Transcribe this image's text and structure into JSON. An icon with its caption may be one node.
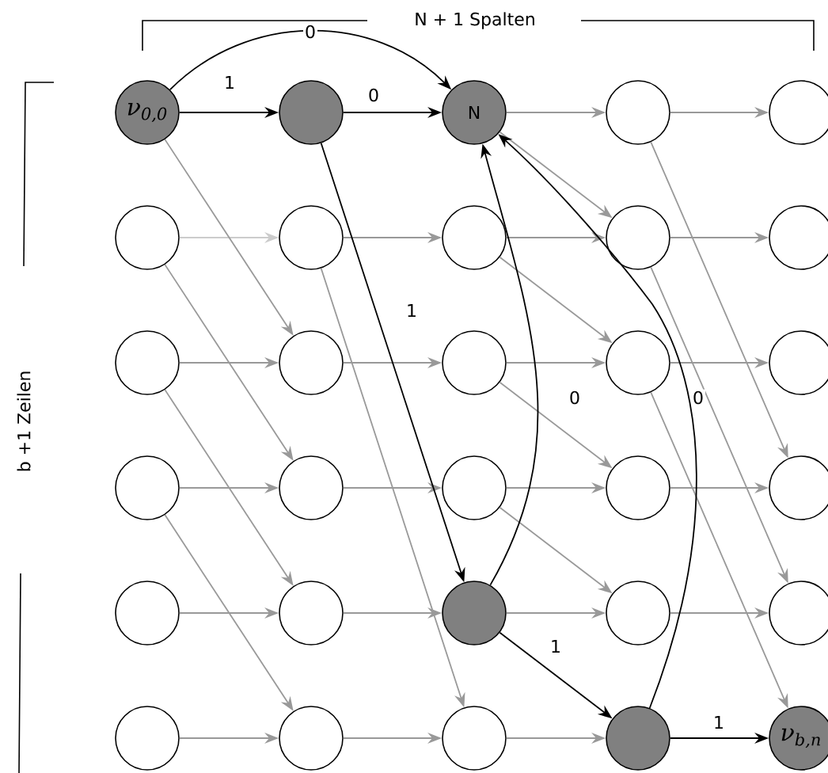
{
  "diagram": {
    "nodes": [
      {
        "text": [
          "ν$_{0,0}$"
        ]
      },
      {
        "text": [],
        "shape": "circle"
      },
      {
        "text": [
          "N"
        ]
      },
      {
        "text": [],
        "shape": "circle"
      },
      {
        "text": [],
        "shape": "circle"
      },
      {
        "text": [],
        "shape": "circle"
      },
      {
        "text": [],
        "shape": "circle"
      },
      {
        "text": [],
        "shape": "circle"
      },
      {
        "text": [],
        "shape": "circle"
      },
      {
        "text": [],
        "shape": "circle"
      },
      {
        "text": [],
        "shape": "circle"
      },
      {
        "text": [],
        "shape": "circle"
      },
      {
        "text": [],
        "shape": "circle"
      },
      {
        "text": [],
        "shape": "circle"
      },
      {
        "text": [],
        "shape": "circle"
      },
      {
        "text": [],
        "shape": "circle"
      },
      {
        "text": [],
        "shape": "circle"
      },
      {
        "text": [],
        "shape": "circle"
      },
      {
        "text": [],
        "shape": "circle"
      },
      {
        "text": [],
        "shape": "circle"
      },
      {
        "text": [],
        "shape": "circle"
      },
      {
        "text": [],
        "shape": "circle"
      },
      {
        "text": [],
        "shape": "circle"
      },
      {
        "text": [],
        "shape": "circle"
      },
      {
        "text": [],
        "shape": "circle"
      },
      {
        "text": [],
        "shape": "circle"
      },
      {
        "text": [],
        "shape": "circle"
      },
      {
        "text": [],
        "shape": "circle"
      },
      {
        "text": [],
        "shape": "circle"
      },
      {
        "text": [
          "ν$_{b,n}$"
        ]
      }
    ],
    "edges": [
      {
        "from": 0,
        "to": 1,
        "arrow": "to",
        "label": "1",
        "color": "#000000"
      },
      {
        "from": 1,
        "to": 2,
        "arrow": "to",
        "label": "0",
        "color": "#000000"
      },
      {
        "from": 2,
        "to": 3,
        "arrow": "to"
      },
      {
        "from": 3,
        "to": 4,
        "arrow": "to"
      },
      {
        "from": 5,
        "to": 6,
        "arrow": "to",
        "color": "#cccccc"
      },
      {
        "from": 6,
        "to": 7,
        "arrow": "to"
      },
      {
        "from": 7,
        "to": 8,
        "arrow": "to"
      },
      {
        "from": 8,
        "to": 9,
        "arrow": "to"
      },
      {
        "from": 10,
        "to": 11,
        "arrow": "to"
      },
      {
        "from": 11,
        "to": 12,
        "arrow": "to"
      },
      {
        "from": 12,
        "to": 13,
        "arrow": "to"
      },
      {
        "from": 13,
        "to": 14,
        "arrow": "to"
      },
      {
        "from": 15,
        "to": 16,
        "arrow": "to"
      },
      {
        "from": 16,
        "to": 17,
        "arrow": "to"
      },
      {
        "from": 17,
        "to": 18,
        "arrow": "to"
      },
      {
        "from": 18,
        "to": 19,
        "arrow": "to"
      },
      {
        "from": 20,
        "to": 21,
        "arrow": "to"
      },
      {
        "from": 21,
        "to": 22,
        "arrow": "to"
      },
      {
        "from": 22,
        "to": 23,
        "arrow": "to"
      },
      {
        "from": 23,
        "to": 24,
        "arrow": "to"
      },
      {
        "from": 25,
        "to": 26,
        "arrow": "to"
      },
      {
        "from": 26,
        "to": 27,
        "arrow": "to"
      },
      {
        "from": 27,
        "to": 28,
        "arrow": "to"
      },
      {
        "from": 28,
        "to": 29,
        "arrow": "to",
        "label": "1",
        "color": "#000000"
      },
      {
        "from": 0,
        "to": 11,
        "arrow": "to"
      },
      {
        "from": 5,
        "to": 16,
        "arrow": "to"
      },
      {
        "from": 10,
        "to": 21,
        "arrow": "to"
      },
      {
        "from": 15,
        "to": 26,
        "arrow": "to"
      },
      {
        "from": 1,
        "to": 22,
        "arrow": "to",
        "label": "1",
        "color": "#000000"
      },
      {
        "from": 6,
        "to": 27,
        "arrow": "to"
      },
      {
        "from": 2,
        "to": 8,
        "arrow": "to"
      },
      {
        "from": 7,
        "to": 13,
        "arrow": "to"
      },
      {
        "from": 12,
        "to": 18,
        "arrow": "to"
      },
      {
        "from": 17,
        "to": 23,
        "arrow": "to"
      },
      {
        "from": 22,
        "to": 28,
        "arrow": "to",
        "label": "1",
        "color": "#000000"
      },
      {
        "from": 3,
        "to": 19,
        "arrow": "to"
      },
      {
        "from": 8,
        "to": 24,
        "arrow": "to"
      },
      {
        "from": 13,
        "to": 29,
        "arrow": "to"
      },
      {
        "from": 0,
        "to": 2,
        "arrow": "to",
        "label": "0",
        "color": "#000000"
      },
      {
        "from": 22,
        "to": 2,
        "arrow": "to",
        "label": "0",
        "color": "#000000"
      },
      {
        "from": 28,
        "to": 2,
        "arrow": "to",
        "label": "0",
        "color": "#000000"
      }
    ],
    "labels": [
      "N + 1 Spalten",
      "b +1 Zeilen"
    ]
  }
}
